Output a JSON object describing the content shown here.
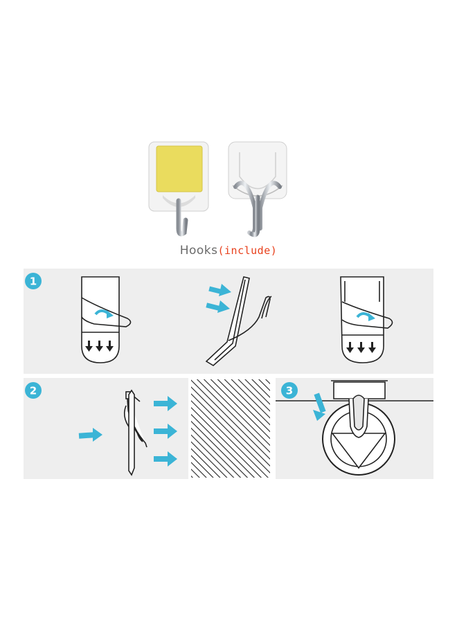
{
  "caption": {
    "main": "Hooks",
    "sub": "(include)"
  },
  "steps": [
    {
      "number": "1"
    },
    {
      "number": "2"
    },
    {
      "number": "3"
    }
  ],
  "colors": {
    "accent": "#3bb4d6",
    "panel": "#eeeeee",
    "adhesive": "#eadc5e",
    "caption_sub": "#e8401c"
  },
  "icons": {
    "step1": [
      "peel-backing-icon",
      "press-hook-icon",
      "peel-backing-icon"
    ],
    "step2": [
      "push-hook-icon",
      "wall-surface"
    ],
    "step3": [
      "hang-ring-icon"
    ]
  }
}
